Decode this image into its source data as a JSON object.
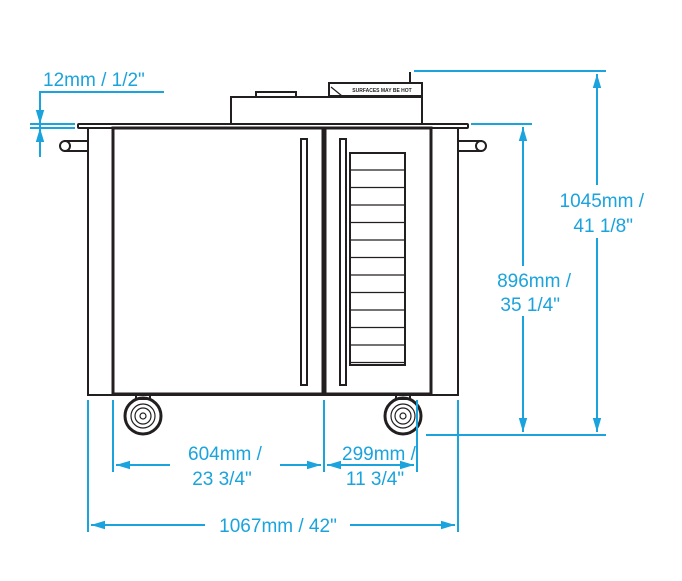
{
  "colors": {
    "dimension": "#1aa3dd",
    "outline": "#231f20"
  },
  "unit_label": {
    "warning_label": "SURFACES MAY BE HOT"
  },
  "dimensions": {
    "top_thickness": "12mm / 1/2\"",
    "overall_height_mm": "1045mm /",
    "overall_height_in": "41 1/8\"",
    "counter_height_mm": "896mm /",
    "counter_height_in": "35 1/4\"",
    "left_door_mm": "604mm /",
    "left_door_in": "23 3/4\"",
    "right_door_mm": "299mm /",
    "right_door_in": "11 3/4\"",
    "overall_width": "1067mm / 42\""
  }
}
